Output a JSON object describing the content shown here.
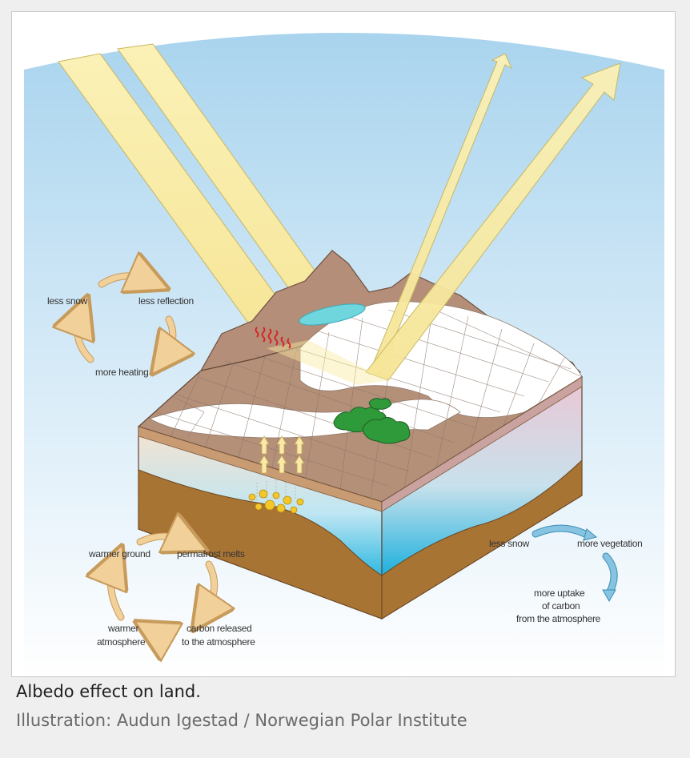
{
  "figure": {
    "caption": "Albedo effect on land.",
    "credit": "Illustration: Audun Igestad / Norwegian Polar Institute"
  },
  "cycles": {
    "reflection": {
      "label_a": "less snow",
      "label_b": "less reflection",
      "label_c": "more heating"
    },
    "permafrost": {
      "label_a": "warmer ground",
      "label_b": "permafrost melts",
      "label_c1": "carbon released",
      "label_c2": "to the atmosphere",
      "label_d1": "warmer",
      "label_d2": "atmosphere"
    },
    "vegetation": {
      "label_a": "less snow",
      "label_b": "more vegetation",
      "label_c1": "more uptake",
      "label_c2": "of carbon",
      "label_c3": "from the atmosphere"
    }
  },
  "colors": {
    "sky_top": "#a9d4ee",
    "sun_beam": "#f8eba2",
    "sun_beam_edge": "#c7b65d",
    "soil": "#b59079",
    "snow": "#ffffff",
    "ice_layer": "#24b9e2",
    "bedrock": "#a87434",
    "vegetation": "#2f9a3a",
    "cycle_arrow": "#f2d09a",
    "vegetation_cycle_arrow": "#86c4e2",
    "heat_wave": "#d81e1e",
    "carbon": "#f3c62a"
  }
}
